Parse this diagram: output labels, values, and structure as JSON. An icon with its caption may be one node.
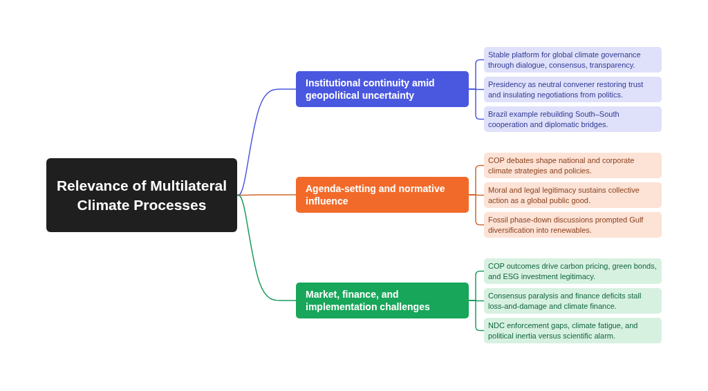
{
  "diagram": {
    "nodes": [
      {
        "text": [
          "Relevance of Multilateral Climate Processes"
        ]
      },
      {
        "text": [
          "Institutional continuity amid geopolitical uncertainty"
        ]
      },
      {
        "text": [
          "Stable platform for global climate governance through dialogue, consensus, transparency."
        ]
      },
      {
        "text": [
          "Presidency as neutral convener restoring trust and insulating negotiations from politics."
        ]
      },
      {
        "text": [
          "Brazil example rebuilding South–South cooperation and diplomatic bridges."
        ]
      },
      {
        "text": [
          "Agenda-setting and normative influence"
        ]
      },
      {
        "text": [
          "COP debates shape national and corporate climate strategies and policies."
        ]
      },
      {
        "text": [
          "Moral and legal legitimacy sustains collective action as a global public good."
        ]
      },
      {
        "text": [
          "Fossil phase-down discussions prompted Gulf diversification into renewables."
        ]
      },
      {
        "text": [
          "Market, finance, and implementation challenges"
        ]
      },
      {
        "text": [
          "COP outcomes drive carbon pricing, green bonds, and ESG investment legitimacy."
        ]
      },
      {
        "text": [
          "Consensus paralysis and finance deficits stall loss-and-damage and climate finance."
        ]
      },
      {
        "text": [
          "NDC enforcement gaps, climate fatigue, and political inertia versus scientific alarm."
        ]
      }
    ],
    "edges": [
      {
        "from": 0,
        "to": 1,
        "arrow": "none",
        "color": "#4a58e0"
      },
      {
        "from": 1,
        "to": 2,
        "arrow": "none",
        "color": "#4a58e0"
      },
      {
        "from": 1,
        "to": 3,
        "arrow": "none",
        "color": "#4a58e0"
      },
      {
        "from": 1,
        "to": 4,
        "arrow": "none",
        "color": "#4a58e0"
      },
      {
        "from": 0,
        "to": 5,
        "arrow": "none",
        "color": "#d0662c"
      },
      {
        "from": 5,
        "to": 6,
        "arrow": "none",
        "color": "#d0662c"
      },
      {
        "from": 5,
        "to": 7,
        "arrow": "none",
        "color": "#d0662c"
      },
      {
        "from": 5,
        "to": 8,
        "arrow": "none",
        "color": "#d0662c"
      },
      {
        "from": 0,
        "to": 9,
        "arrow": "none",
        "color": "#1a9a5c"
      },
      {
        "from": 9,
        "to": 10,
        "arrow": "none",
        "color": "#1a9a5c"
      },
      {
        "from": 9,
        "to": 11,
        "arrow": "none",
        "color": "#1a9a5c"
      },
      {
        "from": 9,
        "to": 12,
        "arrow": "none",
        "color": "#1a9a5c"
      }
    ]
  }
}
